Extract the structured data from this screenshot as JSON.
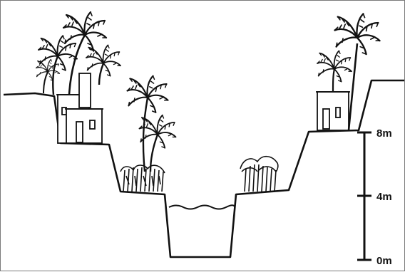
{
  "diagram": {
    "scale": {
      "unit": "m",
      "ticks": [
        {
          "value": 8,
          "label": "8m"
        },
        {
          "value": 4,
          "label": "4m"
        },
        {
          "value": 0,
          "label": "0m"
        }
      ]
    },
    "elements": {
      "left_bank": [
        "house",
        "house",
        "palm-tree",
        "palm-tree",
        "palm-tree",
        "palm-tree"
      ],
      "left_middle_terrace": [
        "palm-tree",
        "palm-tree",
        "crops"
      ],
      "channel": [
        "water"
      ],
      "right_lower_terrace": [
        "crops"
      ],
      "right_bank": [
        "house",
        "palm-tree",
        "palm-tree"
      ]
    },
    "colors": {
      "ink": "#111111",
      "background": "#ffffff",
      "frame": "#7a7a7a"
    }
  }
}
